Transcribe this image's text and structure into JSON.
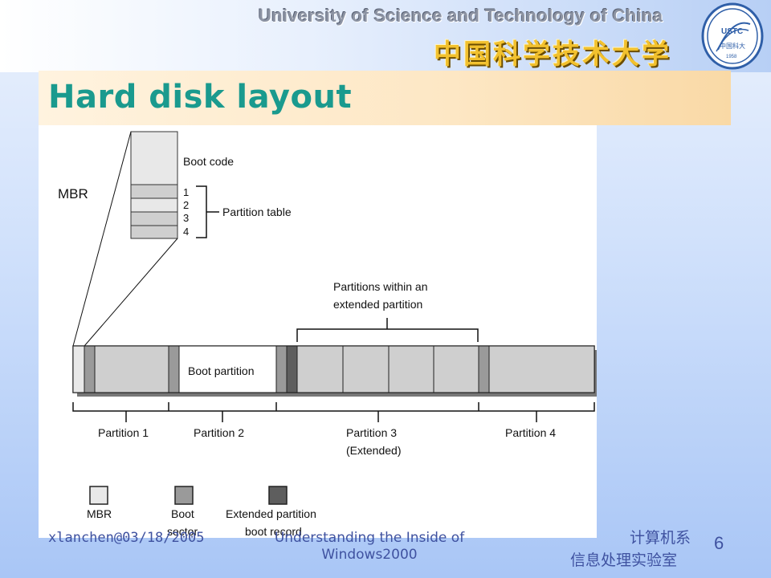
{
  "header": {
    "university_en": "University of Science and Technology of China",
    "university_cn": "中国科学技术大学",
    "logo_text_top": "USTC",
    "logo_text_cn": "中国科大",
    "logo_year": "1958"
  },
  "slide": {
    "title": "Hard disk layout"
  },
  "diagram": {
    "mbr_label": "MBR",
    "boot_code_label": "Boot code",
    "partition_table_label": "Partition table",
    "entries": [
      "1",
      "2",
      "3",
      "4"
    ],
    "extended_callout_line1": "Partitions within an",
    "extended_callout_line2": "extended partition",
    "boot_partition_label": "Boot partition",
    "partitions": {
      "p1": "Partition 1",
      "p2": "Partition 2",
      "p3": "Partition 3",
      "p3_sub": "(Extended)",
      "p4": "Partition 4"
    },
    "legend": {
      "mbr": "MBR",
      "boot_line1": "Boot",
      "boot_line2": "sector",
      "ext_line1": "Extended partition",
      "ext_line2": "boot record"
    },
    "colors": {
      "light": "#e8e8e8",
      "boot_sector": "#9a9a9a",
      "ext_boot_record": "#5e5e5e",
      "partition_fill": "#cfcfcf"
    }
  },
  "footer": {
    "email": "xlanchen@03/18/2005",
    "course_line1": "Understanding the Inside of",
    "course_line2": "Windows2000",
    "dept_line1": "计算机系",
    "dept_line2": "信息处理实验室",
    "page": "6"
  }
}
